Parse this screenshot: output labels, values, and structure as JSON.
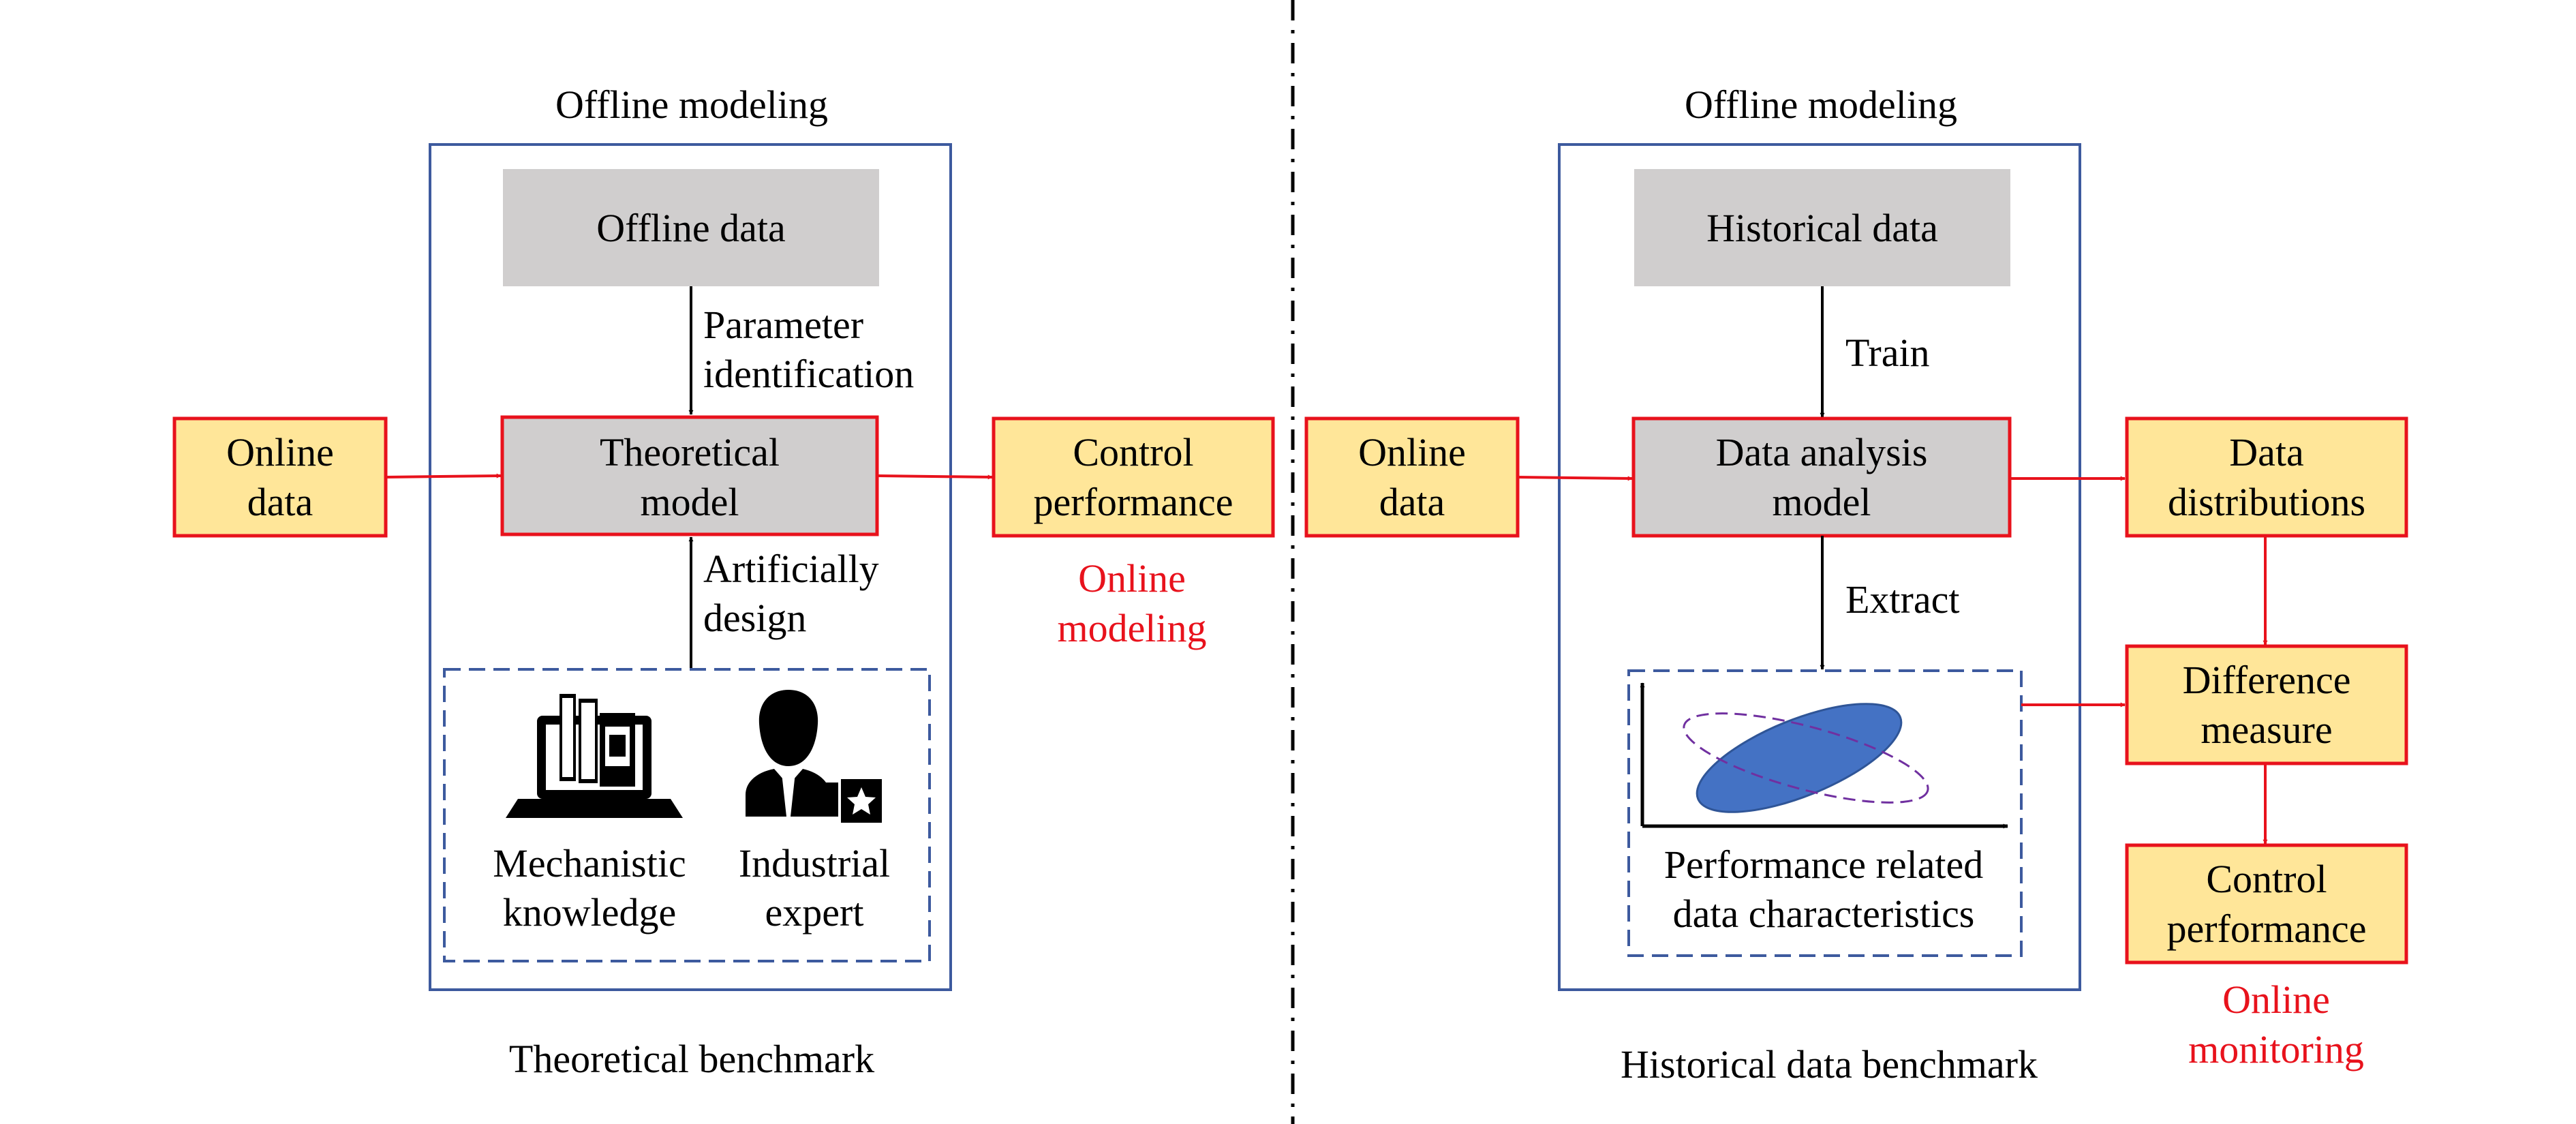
{
  "colors": {
    "red": "#e8121c",
    "frame_blue": "#3d5a9e",
    "gray_box": "#d0cece",
    "yellow_box": "#ffe699",
    "ellipse_fill": "#4472c4",
    "ellipse_dash": "#7030a0"
  },
  "left": {
    "top_label": "Offline modeling",
    "offline_data": "Offline data",
    "param_id": [
      "Parameter",
      "identification"
    ],
    "theoretical_model": [
      "Theoretical",
      "model"
    ],
    "online_data": [
      "Online",
      "data"
    ],
    "control_performance": [
      "Control",
      "performance"
    ],
    "online_modeling": [
      "Online",
      "modeling"
    ],
    "artificially_design": [
      "Artificially",
      "design"
    ],
    "mechanistic": [
      "Mechanistic",
      "knowledge"
    ],
    "industrial": [
      "Industrial",
      "expert"
    ],
    "bottom_label": "Theoretical benchmark",
    "icons": [
      "computer-books-icon",
      "industrial-expert-icon"
    ]
  },
  "right": {
    "top_label": "Offline modeling",
    "historical_data": "Historical data",
    "train": "Train",
    "analysis_model": [
      "Data analysis",
      "model"
    ],
    "online_data": [
      "Online",
      "data"
    ],
    "extract": "Extract",
    "characteristics": [
      "Performance related",
      "data characteristics"
    ],
    "data_distributions": [
      "Data",
      "distributions"
    ],
    "difference_measure": [
      "Difference",
      "measure"
    ],
    "control_performance": [
      "Control",
      "performance"
    ],
    "online_monitoring": [
      "Online",
      "monitoring"
    ],
    "bottom_label": "Historical data benchmark",
    "icons": [
      "ellipse-plot-icon"
    ]
  }
}
